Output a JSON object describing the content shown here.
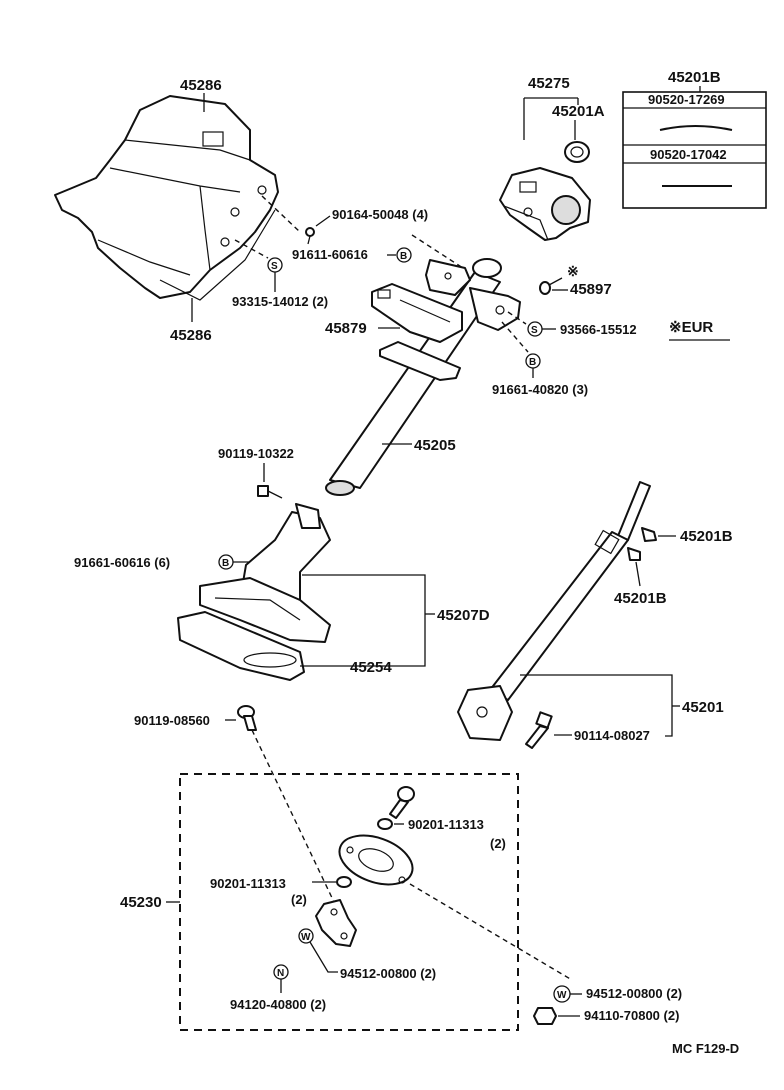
{
  "diagram": {
    "code": "MC F129-D",
    "legend_note": "※EUR",
    "parts": {
      "p45286_top": "45286",
      "p45286_bot": "45286",
      "p90164": "90164-50048 (4)",
      "p91611": "91611-60616",
      "p93315": "93315-14012 (2)",
      "p45275": "45275",
      "p45201A": "45201A",
      "p45201B_box": "45201B",
      "p90520_a": "90520-17269",
      "p90520_b": "90520-17042",
      "p45897": "45897",
      "p45879": "45879",
      "p93566": "93566-15512",
      "p91661_a": "91661-40820 (3)",
      "p45205": "45205",
      "p90119_a": "90119-10322",
      "p91661_b": "91661-60616 (6)",
      "p45207D": "45207D",
      "p45254": "45254",
      "p45201B_r1": "45201B",
      "p45201B_r2": "45201B",
      "p45201": "45201",
      "p90114": "90114-08027",
      "p90119_b": "90119-08560",
      "p90201_a": "90201-11313",
      "p90201_a_qty": "(2)",
      "p90201_b": "90201-11313",
      "p90201_b_qty": "(2)",
      "p45230": "45230",
      "p94512_a": "94512-00800 (2)",
      "p94120": "94120-40800 (2)",
      "p94512_b": "94512-00800 (2)",
      "p94110": "94110-70800 (2)"
    },
    "symbols": {
      "B": "B",
      "S": "S",
      "W": "W",
      "N": "N",
      "star": "※"
    }
  }
}
